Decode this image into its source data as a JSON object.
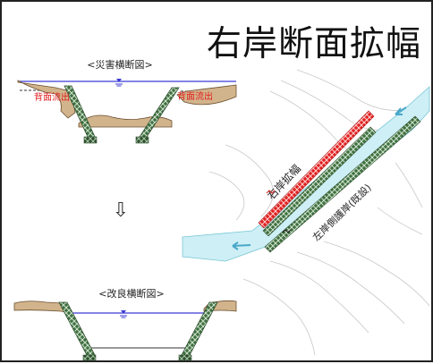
{
  "title": "右岸断面拡幅",
  "disaster_section": {
    "caption": "<災害横断図>",
    "left_label": "背面流出",
    "right_label": "背面流出"
  },
  "arrow_glyph": "⇩",
  "improved_section": {
    "caption": "<改良横断図>"
  },
  "plan_view": {
    "widening_label": "右岸拡幅",
    "existing_label": "左岸側護岸(既設)"
  },
  "colors": {
    "water_line": "#3b3bd6",
    "water": "#cdeff5",
    "soil": "#d2b48c",
    "truss": "#3f6f3f",
    "red": "#e02020",
    "frame": "#222222"
  }
}
